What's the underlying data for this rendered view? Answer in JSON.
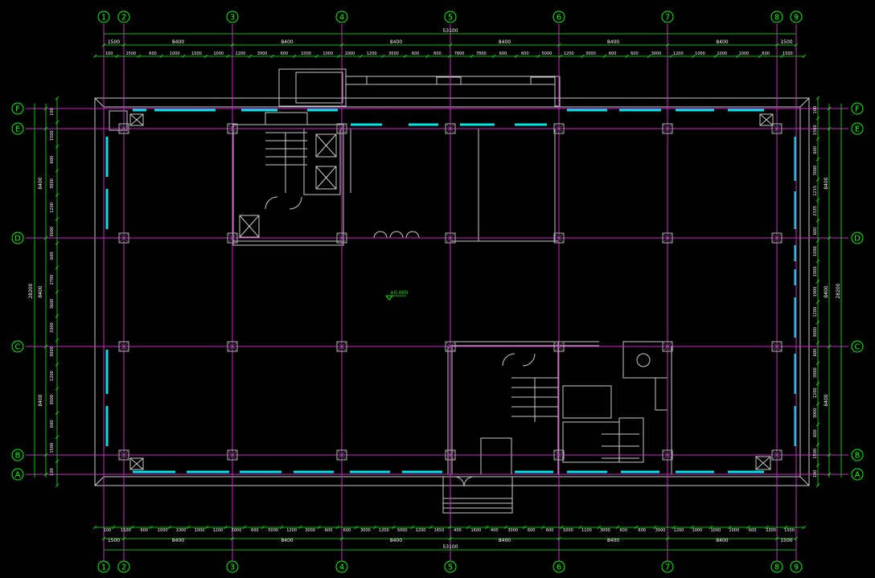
{
  "colors": {
    "background": "#000000",
    "axis": "#d21fd2",
    "dimension": "#00ff00",
    "wall": "#c8c8c8",
    "window": "#00e5e5",
    "column": "#b0b0b0",
    "bubble": "#00ff00"
  },
  "axes": {
    "vertical": [
      "1",
      "2",
      "3",
      "4",
      "5",
      "6",
      "7",
      "8",
      "9"
    ],
    "horizontal": [
      "F",
      "E",
      "D",
      "C",
      "B",
      "A"
    ]
  },
  "elevation_mark": "±0.000",
  "dims": {
    "top_total": "53100",
    "top_bays": [
      "1500",
      "8400",
      "8400",
      "8400",
      "8400",
      "8400",
      "8400",
      "1500"
    ],
    "top_detail": [
      "100",
      "1500",
      "600",
      "1000",
      "1000",
      "1000",
      "1200",
      "3000",
      "600",
      "1000",
      "1000",
      "1000",
      "1200",
      "3000",
      "600",
      "600",
      "7800",
      "7800",
      "600",
      "600",
      "5000",
      "1200",
      "3000",
      "600",
      "600",
      "3000",
      "1200",
      "1000",
      "1000",
      "1000",
      "600",
      "1500"
    ],
    "bottom_total": "53100",
    "bottom_bays": [
      "1500",
      "8400",
      "8400",
      "8400",
      "8400",
      "8400",
      "8400",
      "1500"
    ],
    "bottom_detail": [
      "100",
      "1500",
      "600",
      "1000",
      "1000",
      "1000",
      "1200",
      "3000",
      "600",
      "5000",
      "1200",
      "3000",
      "600",
      "600",
      "3000",
      "1200",
      "5000",
      "1200",
      "1650",
      "400",
      "1600",
      "400",
      "3000",
      "600",
      "600",
      "5000",
      "1100",
      "3000",
      "600",
      "600",
      "3000",
      "1200",
      "1000",
      "1000",
      "1000",
      "600",
      "2300",
      "1500"
    ],
    "left_total": "28200",
    "left_bays": [
      "8400",
      "8400",
      "8400"
    ],
    "left_detail": [
      "100",
      "1500",
      "600",
      "3000",
      "1200",
      "3000",
      "600",
      "2700",
      "3600",
      "3300",
      "3000",
      "1200",
      "3000",
      "600",
      "1500",
      "100"
    ],
    "right_total": "28200",
    "right_bays": [
      "8400",
      "8400",
      "8400"
    ],
    "right_detail": [
      "100",
      "1500",
      "600",
      "3000",
      "1215",
      "2335",
      "600",
      "1000",
      "1000",
      "1000",
      "1200",
      "3000",
      "600",
      "3000",
      "1200",
      "3000",
      "600",
      "1500",
      "100"
    ]
  }
}
